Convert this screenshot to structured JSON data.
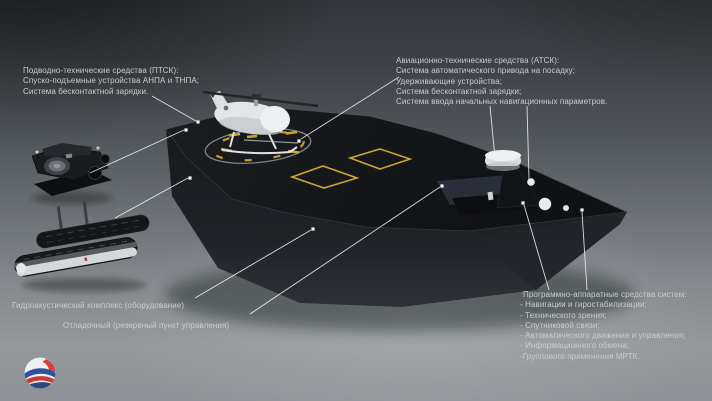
{
  "labels": {
    "underwater": {
      "lines": [
        "Подводно-технические средства (ПТСК):",
        "Спуско-подъемные устройства АНПА и ТНПА;",
        "Система бесконтактной зарядки."
      ]
    },
    "aviation": {
      "lines": [
        "Авиационно-технические средства (АТСК):",
        "Система автоматического привода на посадку;",
        "Удерживающие устройства;",
        "Система бесконтактной зарядки;",
        "Система ввода начальных навигационных параметров."
      ]
    },
    "sonar": {
      "text": "Гидроакустический комплекс (оборудование)"
    },
    "backup": {
      "text": "Отладочный (резервный пункт управления)"
    },
    "software": {
      "lines": [
        "Программно-аппаратные средства систем:",
        "- Навигации и гиростабилизации;",
        "- Технического зрения;",
        "- Спутниковой связи;",
        "- Автоматического движения и управления;",
        "- Информационного обмена;",
        "-Группового применения МРТК."
      ]
    }
  },
  "colors": {
    "deck_marking_yellow": "#cda62f",
    "leader_line": "#f2f4f5",
    "label_text": "#c9cdd0",
    "logo_blue": "#2d4f9c",
    "logo_red": "#d2423a"
  },
  "icons": {
    "logo": "tricolor-sphere-logo"
  }
}
